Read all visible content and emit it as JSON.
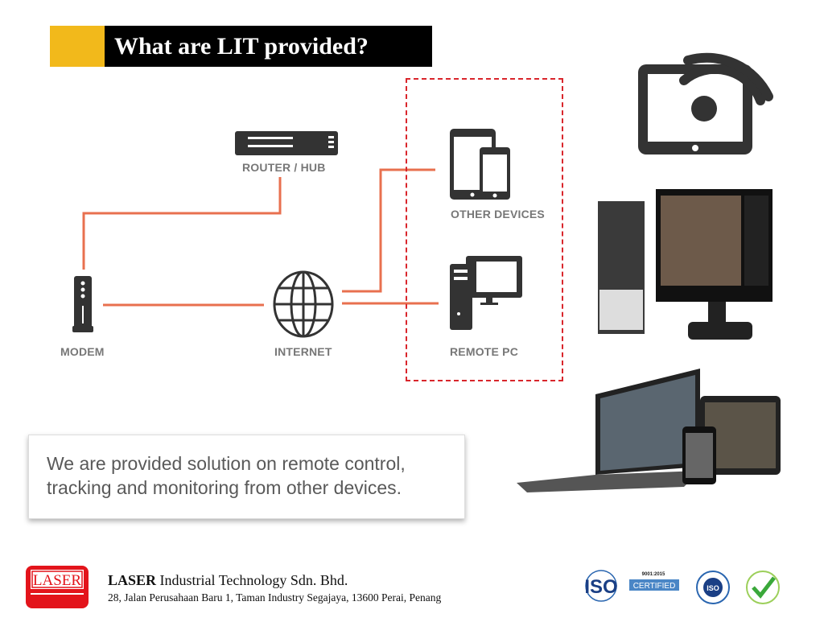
{
  "title": "What are LIT provided?",
  "diagram": {
    "router_label": "ROUTER / HUB",
    "other_devices_label": "OTHER DEVICES",
    "modem_label": "MODEM",
    "internet_label": "INTERNET",
    "remote_pc_label": "REMOTE PC",
    "line_color": "#e8704f",
    "box_color": "#d9262c"
  },
  "callout": {
    "line1": "We are provided solution on remote control,",
    "line2": "tracking and monitoring from other devices."
  },
  "footer": {
    "logo_text": "LASER",
    "company_bold": "LASER",
    "company_rest": " Industrial Technology Sdn. Bhd.",
    "address": "28, Jalan Perusahaan Baru 1, Taman Industry Segajaya, 13600 Perai, Penang",
    "iso_text": "ISO",
    "iso_standard": "9001:2015",
    "certified": "CERTIFIED"
  }
}
